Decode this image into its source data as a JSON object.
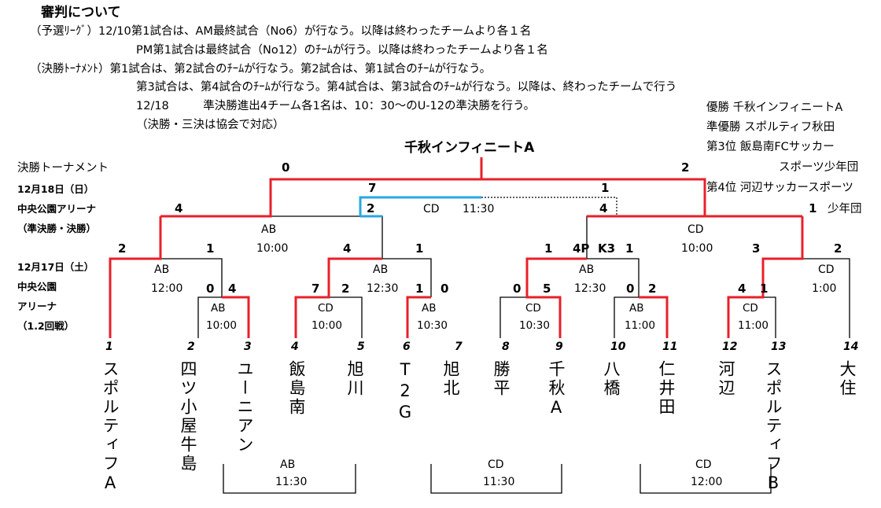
{
  "title": "審判について",
  "rules": [
    "（予選ﾘｰｸﾞ）12/10第1試合は、AM最終試合（No6）が行なう。以降は終わったチームより各１名",
    "PM第1試合は最終試合（No12）のﾁｰﾑが行う。以降は終わったチームより各１名",
    "（決勝ﾄｰﾅﾒﾝﾄ）第1試合は、第2試合のﾁｰﾑが行なう。第2試合は、第1試合のﾁｰﾑが行なう。",
    "第3試合は、第4試合のﾁｰﾑが行なう。第4試合は、第3試合のﾁｰﾑが行なう。以降は、終わったチームで行う",
    "12/18　　　準決勝進出4チーム各1名は、10：30～のU-12の準決勝を行う。",
    "（決勝・三決は協会で対応）"
  ],
  "results": {
    "first_label": "優勝",
    "first": "千秋インフィニートA",
    "second_label": "準優勝",
    "second": "スポルティフ秋田",
    "third_label": "第3位",
    "third_a": "飯島南FCサッカー",
    "third_b": "スポーツ少年団",
    "fourth_label": "第4位",
    "fourth_a": "河辺サッカースポーツ",
    "fourth_b": "少年団"
  },
  "champion": "千秋インフィニートA",
  "left_info": {
    "tournament_label": "決勝トーナメント",
    "day2_date": "12月18日（日）",
    "day2_venue": "中央公園アリーナ",
    "day2_stage": "（準決勝・決勝）",
    "day1_date": "12月17日（土）",
    "day1_venue1": "中央公園",
    "day1_venue2": "アリーナ",
    "day1_stage": "（1.2回戦）"
  },
  "teams": [
    {
      "num": "1",
      "name": "スポルティフA"
    },
    {
      "num": "2",
      "name": "四ツ小屋牛島"
    },
    {
      "num": "3",
      "name": "ユーニアン"
    },
    {
      "num": "4",
      "name": "飯島南"
    },
    {
      "num": "5",
      "name": "旭川"
    },
    {
      "num": "6",
      "name": "T2G"
    },
    {
      "num": "7",
      "name": "旭北"
    },
    {
      "num": "8",
      "name": "勝平"
    },
    {
      "num": "9",
      "name": "千秋A"
    },
    {
      "num": "10",
      "name": "八橋"
    },
    {
      "num": "11",
      "name": "仁井田"
    },
    {
      "num": "12",
      "name": "河辺"
    },
    {
      "num": "13",
      "name": "スポルティフB"
    },
    {
      "num": "14",
      "name": "大住"
    }
  ],
  "scores": {
    "final_l": "0",
    "final_r": "2",
    "third_l": "7",
    "third_r": "1",
    "semi1_l": "4",
    "semi1_r": "2",
    "semi2_l": "4",
    "semi2_r": "1",
    "qf1_l": "2",
    "qf1_r": "1",
    "qf2_l": "4",
    "qf2_r": "1",
    "qf3_l": "1",
    "qf3_pk": "4P",
    "qf3_pk2": "K3",
    "qf3_r": "1",
    "qf4_l": "3",
    "qf4_r": "2",
    "r1a_l": "0",
    "r1a_r": "4",
    "r1b_l": "7",
    "r1b_r": "2",
    "r1c_l": "1",
    "r1c_r": "0",
    "r1d_l": "0",
    "r1d_r": "5",
    "r1e_l": "0",
    "r1e_r": "2",
    "r1f_l": "4",
    "r1f_r": "1"
  },
  "matches": {
    "third_court": "CD",
    "third_time": "11:30",
    "semi1_court": "AB",
    "semi1_time": "10:00",
    "semi2_court": "CD",
    "semi2_time": "10:00",
    "qf1_court": "AB",
    "qf1_time": "12:00",
    "qf2_court": "AB",
    "qf2_time": "12:30",
    "qf3_court": "AB",
    "qf3_time": "12:30",
    "qf4_court": "CD",
    "qf4_time": "1:00",
    "r1a_court": "AB",
    "r1a_time": "10:00",
    "r1b_court": "CD",
    "r1b_time": "10:00",
    "r1c_court": "AB",
    "r1c_time": "10:30",
    "r1d_court": "CD",
    "r1d_time": "10:30",
    "r1e_court": "AB",
    "r1e_time": "11:00",
    "r1f_court": "CD",
    "r1f_time": "11:00",
    "ref1_court": "AB",
    "ref1_time": "11:30",
    "ref2_court": "CD",
    "ref2_time": "11:30",
    "ref3_court": "CD",
    "ref3_time": "12:00"
  },
  "colors": {
    "winner_line": "#e8202a",
    "third_line": "#2aa7e0",
    "line": "#000000"
  }
}
